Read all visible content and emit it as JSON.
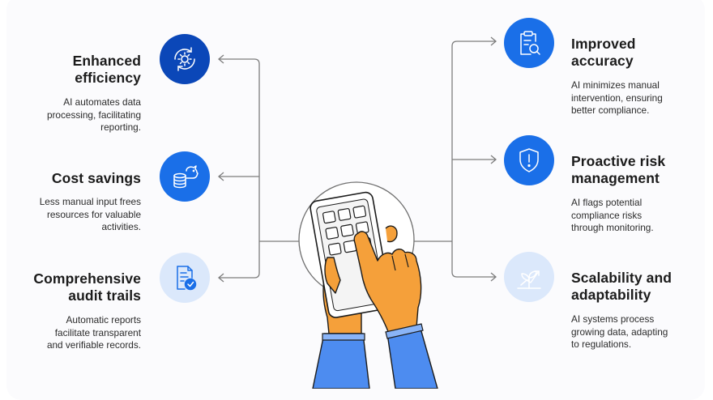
{
  "features": {
    "enhanced_efficiency": {
      "title_line1": "Enhanced",
      "title_line2": "efficiency",
      "desc_line1": "AI automates data",
      "desc_line2": "processing, facilitating",
      "desc_line3": "reporting.",
      "icon": "gear-cycle-icon"
    },
    "cost_savings": {
      "title_line1": "Cost savings",
      "desc_line1": "Less manual input frees",
      "desc_line2": "resources for valuable",
      "desc_line3": "activities.",
      "icon": "piggy-bank-coins-icon"
    },
    "audit_trails": {
      "title_line1": "Comprehensive",
      "title_line2": "audit trails",
      "desc_line1": "Automatic reports",
      "desc_line2": "facilitate transparent",
      "desc_line3": "and verifiable records.",
      "icon": "document-check-icon"
    },
    "improved_accuracy": {
      "title_line1": "Improved",
      "title_line2": "accuracy",
      "desc_line1": "AI minimizes manual",
      "desc_line2": "intervention, ensuring",
      "desc_line3": "better compliance.",
      "icon": "clipboard-search-icon"
    },
    "proactive_risk": {
      "title_line1": "Proactive risk",
      "title_line2": "management",
      "desc_line1": "AI flags potential",
      "desc_line2": "compliance risks",
      "desc_line3": "through monitoring.",
      "icon": "shield-alert-icon"
    },
    "scalability": {
      "title_line1": "Scalability and",
      "title_line2": "adaptability",
      "desc_line1": "AI systems process",
      "desc_line2": "growing data, adapting",
      "desc_line3": "to regulations.",
      "icon": "growth-plant-icon"
    }
  },
  "colors": {
    "dark_blue": "#0b47b8",
    "blue": "#1a6fe8",
    "light_blue": "#dbe8fb",
    "line": "#7d7d7d",
    "hand_orange": "#f5a03a",
    "sleeve_blue": "#4d8cf0"
  },
  "center_illustration": "hand-tapping-tablet-illustration"
}
